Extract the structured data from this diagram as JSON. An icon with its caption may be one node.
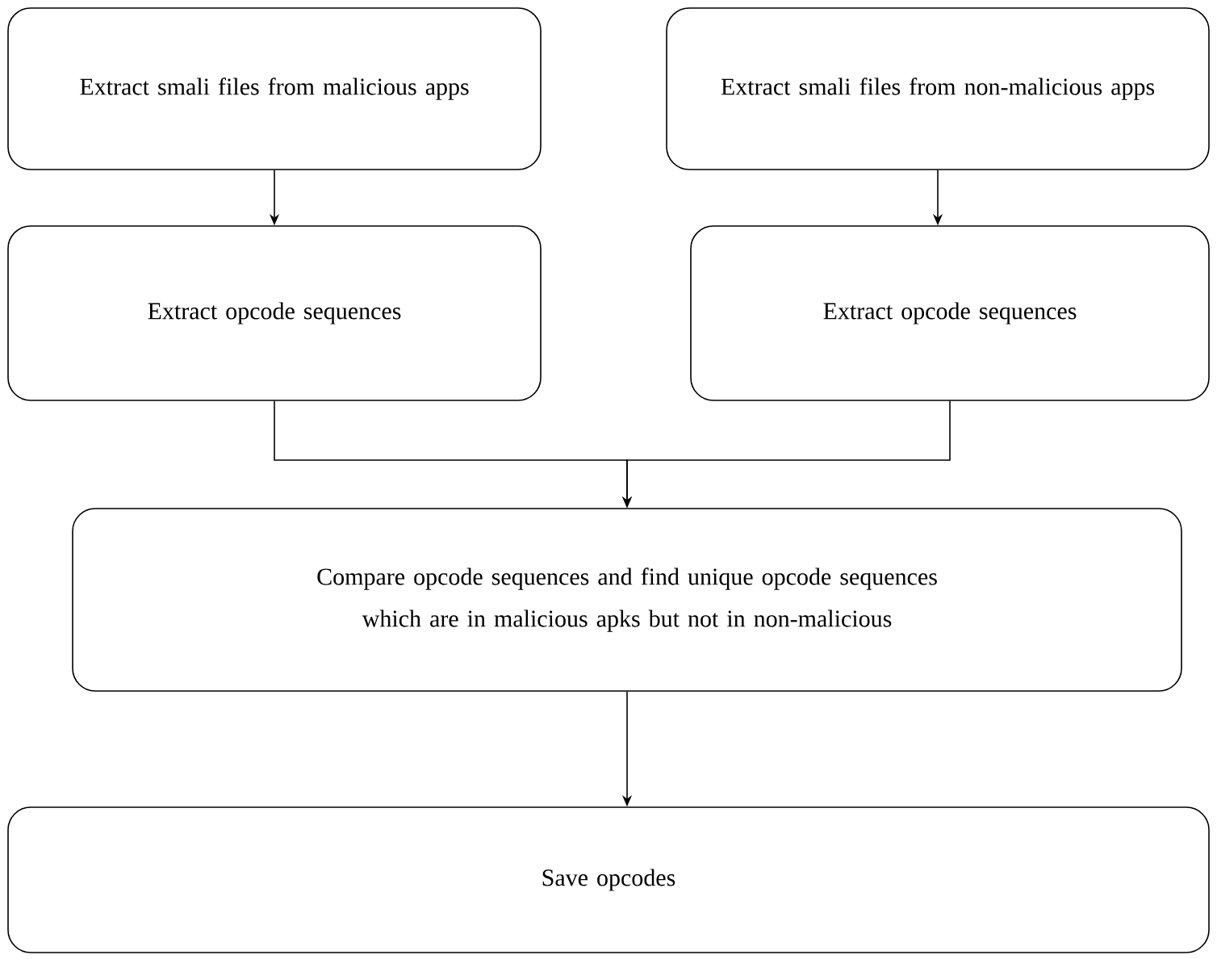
{
  "diagram": {
    "nodes": [
      {
        "text": [
          "Extract smali files from malicious apps"
        ]
      },
      {
        "text": [
          "Extract smali files from non-malicious apps"
        ]
      },
      {
        "text": [
          "Extract opcode sequences"
        ]
      },
      {
        "text": [
          "Extract opcode sequences"
        ]
      },
      {
        "text": [
          "Compare opcode sequences and find unique opcode sequences which are in malicious apks but not in non-malicious"
        ]
      },
      {
        "text": [
          "Save opcodes"
        ]
      }
    ],
    "edges": [
      {
        "from": 0,
        "to": 2,
        "arrow": "to"
      },
      {
        "from": 1,
        "to": 3,
        "arrow": "to"
      },
      {
        "from": 2,
        "to": 4,
        "arrow": "to"
      },
      {
        "from": 3,
        "to": 4,
        "arrow": "to"
      },
      {
        "from": 4,
        "to": 5,
        "arrow": "to"
      }
    ]
  }
}
